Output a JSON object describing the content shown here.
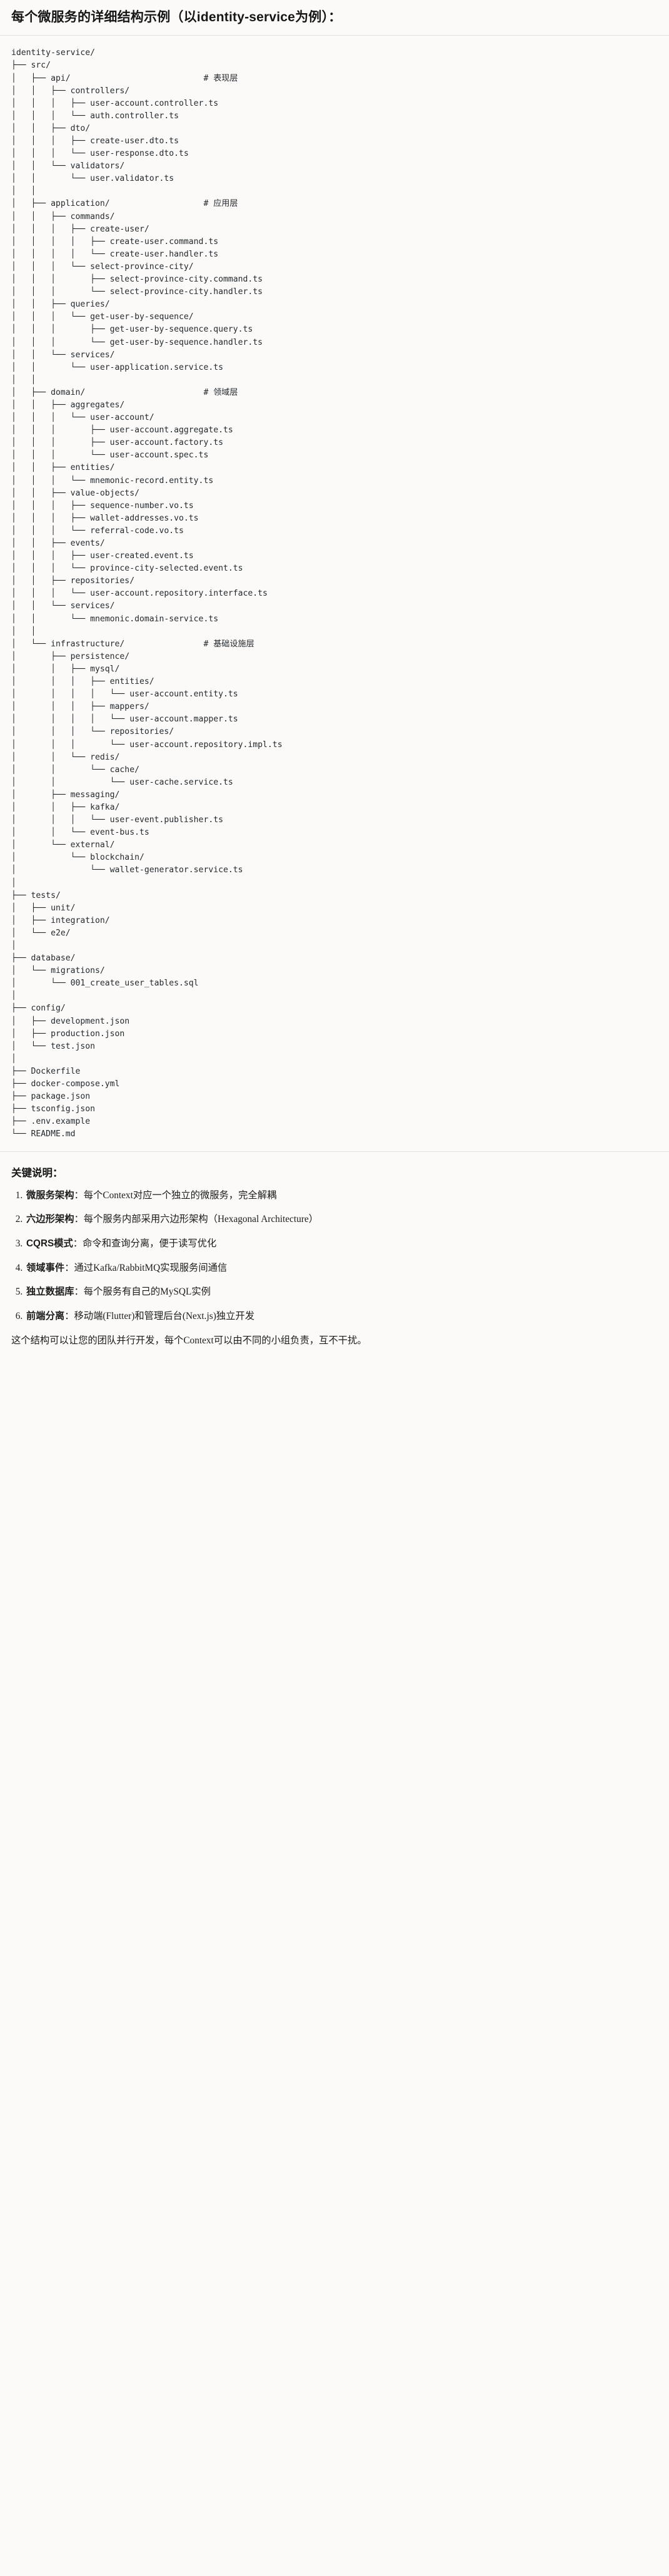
{
  "heading": {
    "main": "每个微服务的详细结构示例（以identity-service为例）："
  },
  "tree": {
    "root": "identity-service/",
    "text": "identity-service/\n├── src/\n│   ├── api/                           # 表现层\n│   │   ├── controllers/\n│   │   │   ├── user-account.controller.ts\n│   │   │   └── auth.controller.ts\n│   │   ├── dto/\n│   │   │   ├── create-user.dto.ts\n│   │   │   └── user-response.dto.ts\n│   │   └── validators/\n│   │       └── user.validator.ts\n│   │\n│   ├── application/                   # 应用层\n│   │   ├── commands/\n│   │   │   ├── create-user/\n│   │   │   │   ├── create-user.command.ts\n│   │   │   │   └── create-user.handler.ts\n│   │   │   └── select-province-city/\n│   │   │       ├── select-province-city.command.ts\n│   │   │       └── select-province-city.handler.ts\n│   │   ├── queries/\n│   │   │   └── get-user-by-sequence/\n│   │   │       ├── get-user-by-sequence.query.ts\n│   │   │       └── get-user-by-sequence.handler.ts\n│   │   └── services/\n│   │       └── user-application.service.ts\n│   │\n│   ├── domain/                        # 领域层\n│   │   ├── aggregates/\n│   │   │   └── user-account/\n│   │   │       ├── user-account.aggregate.ts\n│   │   │       ├── user-account.factory.ts\n│   │   │       └── user-account.spec.ts\n│   │   ├── entities/\n│   │   │   └── mnemonic-record.entity.ts\n│   │   ├── value-objects/\n│   │   │   ├── sequence-number.vo.ts\n│   │   │   ├── wallet-addresses.vo.ts\n│   │   │   └── referral-code.vo.ts\n│   │   ├── events/\n│   │   │   ├── user-created.event.ts\n│   │   │   └── province-city-selected.event.ts\n│   │   ├── repositories/\n│   │   │   └── user-account.repository.interface.ts\n│   │   └── services/\n│   │       └── mnemonic.domain-service.ts\n│   │\n│   └── infrastructure/                # 基础设施层\n│       ├── persistence/\n│       │   ├── mysql/\n│       │   │   ├── entities/\n│       │   │   │   └── user-account.entity.ts\n│       │   │   ├── mappers/\n│       │   │   │   └── user-account.mapper.ts\n│       │   │   └── repositories/\n│       │   │       └── user-account.repository.impl.ts\n│       │   └── redis/\n│       │       └── cache/\n│       │           └── user-cache.service.ts\n│       ├── messaging/\n│       │   ├── kafka/\n│       │   │   └── user-event.publisher.ts\n│       │   └── event-bus.ts\n│       └── external/\n│           └── blockchain/\n│               └── wallet-generator.service.ts\n│\n├── tests/\n│   ├── unit/\n│   ├── integration/\n│   └── e2e/\n│\n├── database/\n│   └── migrations/\n│       └── 001_create_user_tables.sql\n│\n├── config/\n│   ├── development.json\n│   ├── production.json\n│   └── test.json\n│\n├── Dockerfile\n├── docker-compose.yml\n├── package.json\n├── tsconfig.json\n├── .env.example\n└── README.md"
  },
  "notes": {
    "title": "关键说明：",
    "items": [
      {
        "term": "微服务架构",
        "body": "：每个Context对应一个独立的微服务，完全解耦"
      },
      {
        "term": "六边形架构",
        "body": "：每个服务内部采用六边形架构（Hexagonal Architecture）"
      },
      {
        "term": "CQRS模式",
        "body": "：命令和查询分离，便于读写优化"
      },
      {
        "term": "领域事件",
        "body": "：通过Kafka/RabbitMQ实现服务间通信"
      },
      {
        "term": "独立数据库",
        "body": "：每个服务有自己的MySQL实例"
      },
      {
        "term": "前端分离",
        "body": "：移动端(Flutter)和管理后台(Next.js)独立开发"
      }
    ],
    "closing": "这个结构可以让您的团队并行开发，每个Context可以由不同的小组负责，互不干扰。"
  }
}
